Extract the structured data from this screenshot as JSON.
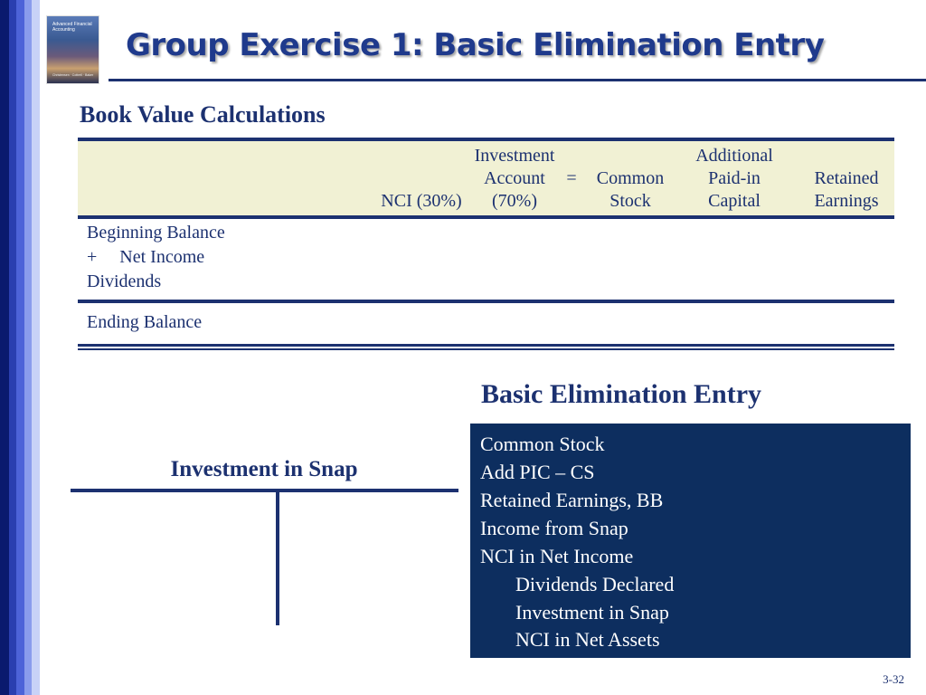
{
  "slide": {
    "title": "Group Exercise 1: Basic Elimination Entry",
    "page_number": "3-32"
  },
  "book_cover": {
    "title": "Advanced Financial Accounting",
    "authors": "Christensen · Cottrell · Baker"
  },
  "book_value": {
    "section_title": "Book Value Calculations",
    "headers": {
      "nci": "NCI (30%)",
      "investment_l1": "Investment",
      "investment_l2": "Account",
      "investment_l3": "(70%)",
      "equals": "=",
      "common_l1": "Common",
      "common_l2": "Stock",
      "apic_l1": "Additional",
      "apic_l2": "Paid-in",
      "apic_l3": "Capital",
      "re_l1": "Retained",
      "re_l2": "Earnings"
    },
    "rows": {
      "beginning": "Beginning Balance",
      "net_income": "+     Net Income",
      "dividends": "Dividends",
      "ending": "Ending Balance"
    }
  },
  "elimination": {
    "title": "Basic Elimination Entry",
    "lines": [
      "Common Stock",
      "Add PIC – CS",
      "Retained Earnings, BB",
      "Income from Snap",
      "NCI in Net Income",
      "Dividends Declared",
      "Investment in Snap",
      "NCI in Net Assets"
    ]
  },
  "t_account": {
    "title": "Investment in Snap"
  }
}
